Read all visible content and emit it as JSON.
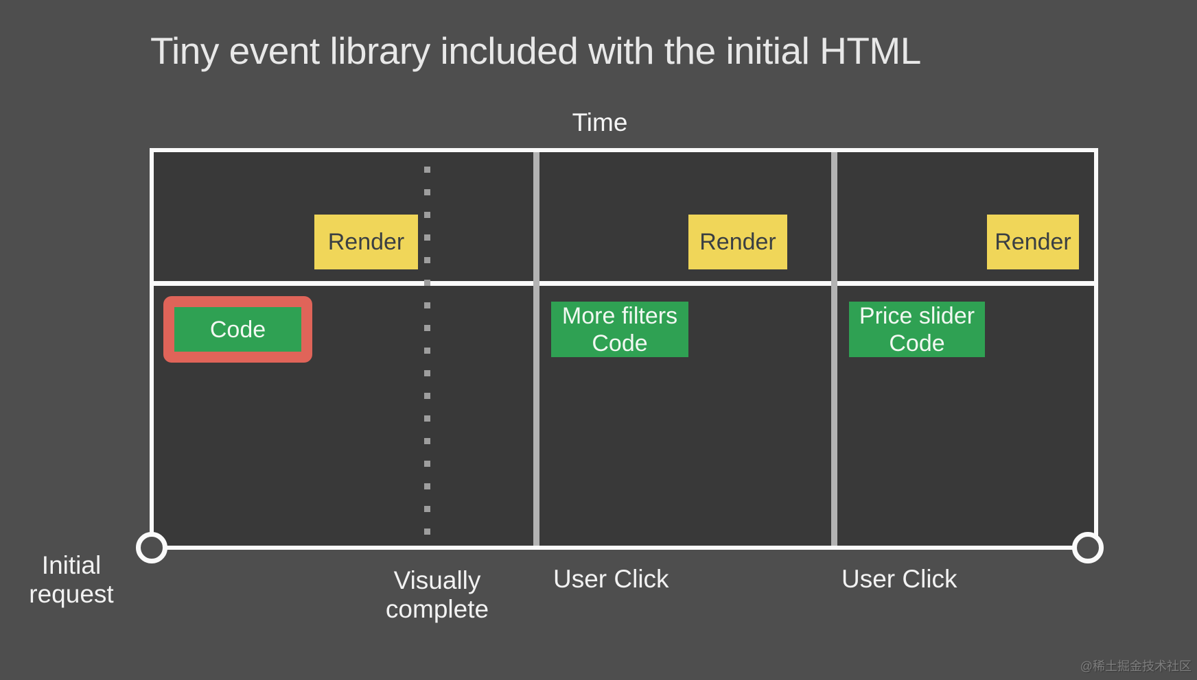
{
  "title": "Tiny event library included with the initial HTML",
  "labels": {
    "time": "Time",
    "initial_request": {
      "line1": "Initial",
      "line2": "request"
    },
    "visually_complete": {
      "line1": "Visually",
      "line2": "complete"
    },
    "user_click_1": "User Click",
    "user_click_2": "User Click"
  },
  "boxes": {
    "render": [
      "Render",
      "Render",
      "Render"
    ],
    "code_initial": "Code",
    "more_filters": {
      "line1": "More filters",
      "line2": "Code"
    },
    "price_slider": {
      "line1": "Price slider",
      "line2": "Code"
    }
  },
  "watermark": "@稀土掘金技术社区",
  "colors": {
    "background": "#4E4E4E",
    "panel": "#393939",
    "frame_white": "#FAFAFA",
    "render_yellow": "#F0D659",
    "code_green": "#2FA153",
    "highlight_red": "#E06459",
    "user_click_line_gray": "#B3B3B3",
    "dotted_line_gray": "#9E9E9E",
    "title_text": "#E8E8E8",
    "render_text": "#3A3F43",
    "code_text": "#F2F8F2"
  }
}
